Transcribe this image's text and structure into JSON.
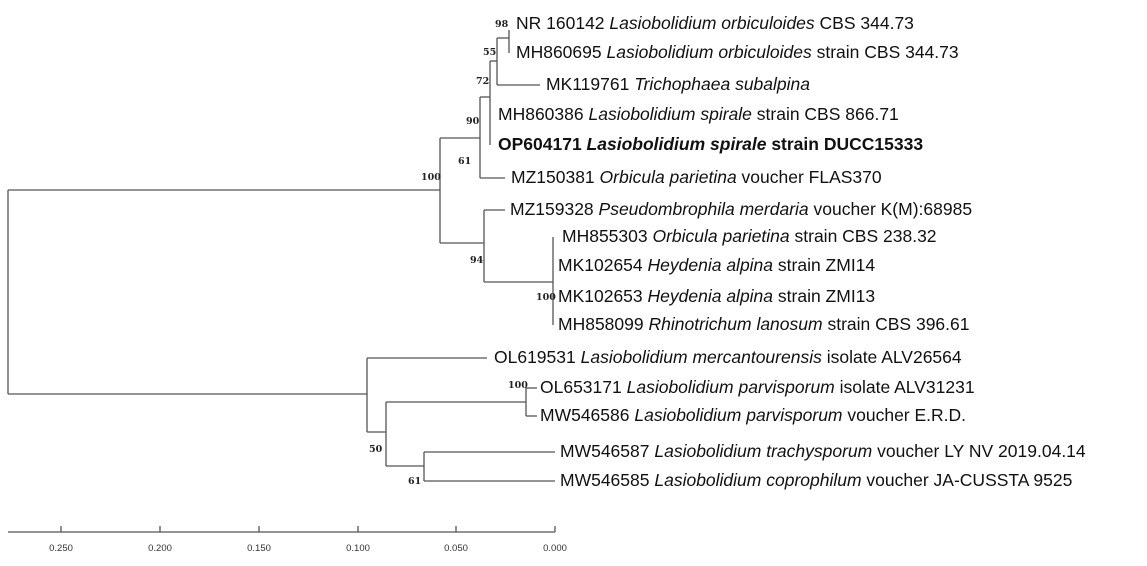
{
  "taxa": [
    {
      "accession": "NR 160142",
      "species": "Lasiobolidium orbiculoides",
      "suffix": "CBS 344.73",
      "bold": false
    },
    {
      "accession": "MH860695",
      "species": "Lasiobolidium orbiculoides",
      "suffix": "strain CBS 344.73",
      "bold": false
    },
    {
      "accession": "MK119761",
      "species": "Trichophaea subalpina",
      "suffix": "",
      "bold": false
    },
    {
      "accession": "MH860386",
      "species": "Lasiobolidium spirale",
      "suffix": "strain CBS 866.71",
      "bold": false
    },
    {
      "accession": "OP604171",
      "species": "Lasiobolidium spirale",
      "suffix": "strain DUCC15333",
      "bold": true
    },
    {
      "accession": "MZ150381",
      "species": "Orbicula parietina",
      "suffix": "voucher FLAS370",
      "bold": false
    },
    {
      "accession": "MZ159328",
      "species": "Pseudombrophila merdaria",
      "suffix": "voucher K(M):68985",
      "bold": false
    },
    {
      "accession": "MH855303",
      "species": "Orbicula parietina",
      "suffix": "strain CBS 238.32",
      "bold": false
    },
    {
      "accession": "MK102654",
      "species": "Heydenia alpina",
      "suffix": "strain ZMI14",
      "bold": false
    },
    {
      "accession": "MK102653",
      "species": "Heydenia alpina",
      "suffix": "strain ZMI13",
      "bold": false
    },
    {
      "accession": "MH858099",
      "species": "Rhinotrichum lanosum",
      "suffix": "strain CBS 396.61",
      "bold": false
    },
    {
      "accession": "OL619531",
      "species": "Lasiobolidium mercantourensis",
      "suffix": "isolate ALV26564",
      "bold": false
    },
    {
      "accession": "OL653171",
      "species": "Lasiobolidium parvisporum",
      "suffix": "isolate ALV31231",
      "bold": false
    },
    {
      "accession": "MW546586",
      "species": "Lasiobolidium parvisporum",
      "suffix": "voucher E.R.D.",
      "bold": false
    },
    {
      "accession": "MW546587",
      "species": "Lasiobolidium trachysporum",
      "suffix": "voucher LY NV 2019.04.14",
      "bold": false
    },
    {
      "accession": "MW546585",
      "species": "Lasiobolidium coprophilum",
      "suffix": "voucher JA-CUSSTA 9525",
      "bold": false
    }
  ],
  "bootstrap": [
    "98",
    "55",
    "72",
    "90",
    "61",
    "100",
    "94",
    "100",
    "100",
    "50",
    "61"
  ],
  "scale_ticks": [
    "0.250",
    "0.200",
    "0.150",
    "0.100",
    "0.050",
    "0.000"
  ],
  "colors": {
    "branch": "#555555",
    "text": "#111111"
  }
}
